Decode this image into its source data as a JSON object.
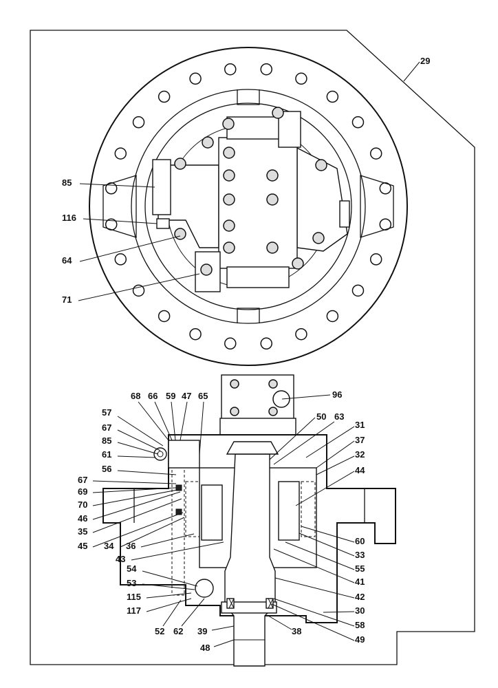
{
  "diagram": {
    "callouts": [
      {
        "id": "c29",
        "text": "29"
      },
      {
        "id": "c85a",
        "text": "85"
      },
      {
        "id": "c116",
        "text": "116"
      },
      {
        "id": "c64",
        "text": "64"
      },
      {
        "id": "c71",
        "text": "71"
      },
      {
        "id": "c96",
        "text": "96"
      },
      {
        "id": "c68",
        "text": "68"
      },
      {
        "id": "c66",
        "text": "66"
      },
      {
        "id": "c59",
        "text": "59"
      },
      {
        "id": "c47",
        "text": "47"
      },
      {
        "id": "c65",
        "text": "65"
      },
      {
        "id": "c57",
        "text": "57"
      },
      {
        "id": "c67a",
        "text": "67"
      },
      {
        "id": "c85b",
        "text": "85"
      },
      {
        "id": "c61",
        "text": "61"
      },
      {
        "id": "c56",
        "text": "56"
      },
      {
        "id": "c67b",
        "text": "67"
      },
      {
        "id": "c69",
        "text": "69"
      },
      {
        "id": "c70",
        "text": "70"
      },
      {
        "id": "c46",
        "text": "46"
      },
      {
        "id": "c35",
        "text": "35"
      },
      {
        "id": "c45",
        "text": "45"
      },
      {
        "id": "c34",
        "text": "34"
      },
      {
        "id": "c36",
        "text": "36"
      },
      {
        "id": "c50",
        "text": "50"
      },
      {
        "id": "c63",
        "text": "63"
      },
      {
        "id": "c31",
        "text": "31"
      },
      {
        "id": "c37",
        "text": "37"
      },
      {
        "id": "c32",
        "text": "32"
      },
      {
        "id": "c44",
        "text": "44"
      },
      {
        "id": "c60",
        "text": "60"
      },
      {
        "id": "c33",
        "text": "33"
      },
      {
        "id": "c55",
        "text": "55"
      },
      {
        "id": "c41",
        "text": "41"
      },
      {
        "id": "c42",
        "text": "42"
      },
      {
        "id": "c30",
        "text": "30"
      },
      {
        "id": "c58",
        "text": "58"
      },
      {
        "id": "c49",
        "text": "49"
      },
      {
        "id": "c43",
        "text": "43"
      },
      {
        "id": "c54",
        "text": "54"
      },
      {
        "id": "c53",
        "text": "53"
      },
      {
        "id": "c115",
        "text": "115"
      },
      {
        "id": "c117",
        "text": "117"
      },
      {
        "id": "c52",
        "text": "52"
      },
      {
        "id": "c62",
        "text": "62"
      },
      {
        "id": "c39",
        "text": "39"
      },
      {
        "id": "c38",
        "text": "38"
      },
      {
        "id": "c48",
        "text": "48"
      }
    ]
  }
}
